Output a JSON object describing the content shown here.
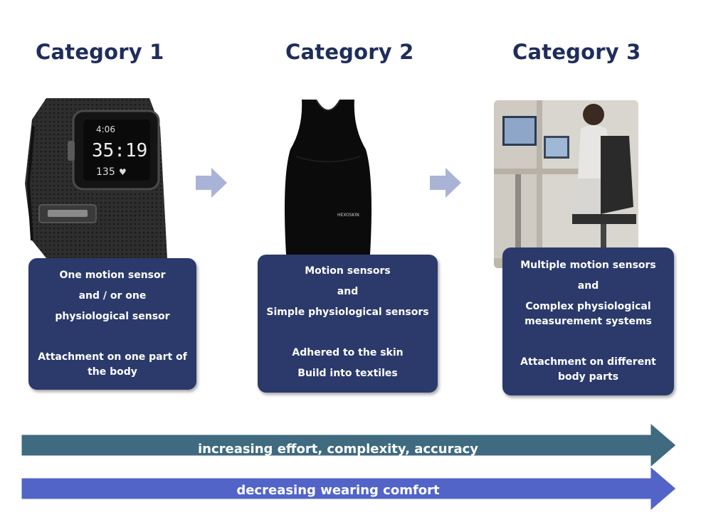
{
  "categories": [
    {
      "title": "Category 1",
      "image_icon": "fitness-tracker-watch",
      "watch_lines": [
        "4:06",
        "35:19",
        "135"
      ],
      "lines": [
        "One motion sensor",
        "and / or one",
        "physiological sensor",
        "Attachment on one part of",
        "the body"
      ]
    },
    {
      "title": "Category 2",
      "image_icon": "sensor-shirt",
      "shirt_label": "HEXOSKIN",
      "lines": [
        "Motion sensors",
        "and",
        "Simple physiological sensors",
        "Adhered to the skin",
        "Build into textiles"
      ]
    },
    {
      "title": "Category 3",
      "image_icon": "lab-measurement-photo",
      "lines": [
        "Multiple motion sensors",
        "and",
        "Complex physiological",
        "measurement  systems",
        "Attachment on different",
        "body parts"
      ]
    }
  ],
  "bands": [
    {
      "label": "increasing effort, complexity, accuracy",
      "color": "#3f6a80"
    },
    {
      "label": "decreasing wearing comfort",
      "color": "#5264c8"
    }
  ],
  "colors": {
    "title": "#1f2d5c",
    "box": "#2b3a6b",
    "flow_arrow": "#a9b3d6"
  }
}
